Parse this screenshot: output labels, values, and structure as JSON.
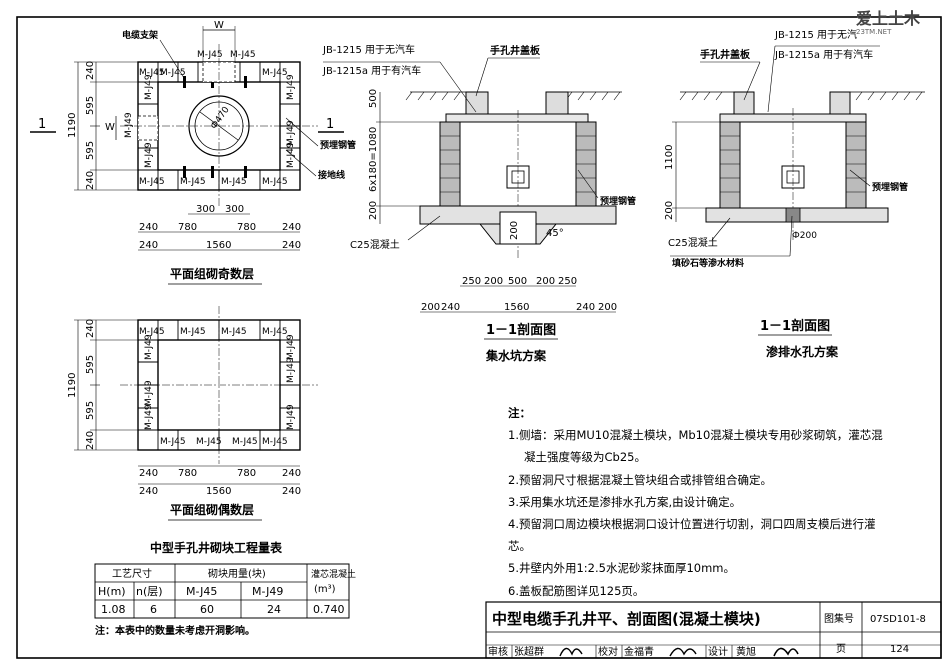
{
  "logo": {
    "text": "爱上土木",
    "sub": "23TM.NET"
  },
  "plan_odd": {
    "caption": "平面组砌奇数层",
    "label_cable_bracket": "电缆支架",
    "label_embedded_pipe": "预埋钢管",
    "label_ground_wire": "接地线",
    "label_w": "W",
    "diam": "Ф470",
    "section_mark": "1",
    "block_j45": "M-J45",
    "block_j49": "M-J49",
    "dims_left": [
      "240",
      "595",
      "595",
      "240"
    ],
    "dim_total_h": "1190",
    "dims_bottom_inner": [
      "300",
      "300"
    ],
    "dims_bottom_row": [
      "240",
      "780",
      "780",
      "240"
    ],
    "dims_bottom_total": [
      "240",
      "1560",
      "240"
    ]
  },
  "plan_even": {
    "caption": "平面组砌偶数层",
    "block_j45": "M-J45",
    "block_j49": "M-J49",
    "dims_left": [
      "240",
      "595",
      "595",
      "240"
    ],
    "dim_total_h": "1190",
    "dims_bottom_row": [
      "240",
      "780",
      "780",
      "240"
    ],
    "dims_bottom_total": [
      "240",
      "1560",
      "240"
    ]
  },
  "section_a": {
    "label_jb1215": "JB-1215 用于无汽车",
    "label_jb1215a": "JB-1215a 用于有汽车",
    "label_cover": "手孔井盖板",
    "label_pipe": "预埋钢管",
    "label_concrete": "C25混凝土",
    "dim_500": "500",
    "dim_course": "6x180=1080",
    "dim_200": "200",
    "dim_200b": "200",
    "angle": "45°",
    "dims_pit": [
      "250",
      "200",
      "500",
      "200",
      "250"
    ],
    "dim_total": "1560",
    "dims_side": [
      "200",
      "240",
      "240",
      "200"
    ],
    "section_title": "1－1剖面图",
    "scheme": "集水坑方案"
  },
  "section_b": {
    "label_cover": "手孔井盖板",
    "label_jb1215": "JB-1215 用于无汽",
    "label_jb1215a": "JB-1215a 用于有汽车",
    "label_pipe": "预埋钢管",
    "label_concrete": "C25混凝土",
    "label_gravel": "填砂石等渗水材料",
    "dim_1100": "1100",
    "dim_200": "200",
    "dim_phi200": "Ф200",
    "section_title": "1－1剖面图",
    "scheme": "渗排水孔方案"
  },
  "qty_table": {
    "title": "中型手孔井砌块工程量表",
    "h_size": "工艺尺寸",
    "h_usage": "砌块用量(块)",
    "h_core": "灌芯混凝土",
    "h_core_unit": "(m³)",
    "c_h": "H(m)",
    "c_n": "n(层)",
    "c_j45": "M-J45",
    "c_j49": "M-J49",
    "row": [
      "1.08",
      "6",
      "60",
      "24",
      "0.740"
    ],
    "footnote": "注：本表中的数量未考虑开洞影响。"
  },
  "notes": {
    "title": "注：",
    "items": [
      "1.侧墙：采用MU10混凝土模块，Mb10混凝土模块专用砂浆砌筑，灌芯混",
      "凝土强度等级为Cb25。",
      "2.预留洞尺寸根据混凝土管块组合或排管组合确定。",
      "3.采用集水坑还是渗排水孔方案,由设计确定。",
      "4.预留洞口周边模块根据洞口设计位置进行切割，洞口四周支模后进行灌芯。",
      "5.井壁内外用1:2.5水泥砂浆抹面厚10mm。",
      "6.盖板配筋图详见125页。"
    ]
  },
  "title_block": {
    "title": "中型电缆手孔井平、剖面图(混凝土模块)",
    "atlas_label": "图集号",
    "atlas_no": "07SD101-8",
    "review": "审核",
    "reviewer": "张超群",
    "check": "校对",
    "checker": "金福青",
    "design": "设计",
    "designer": "黄旭",
    "page_label": "页",
    "page_no": "124"
  }
}
